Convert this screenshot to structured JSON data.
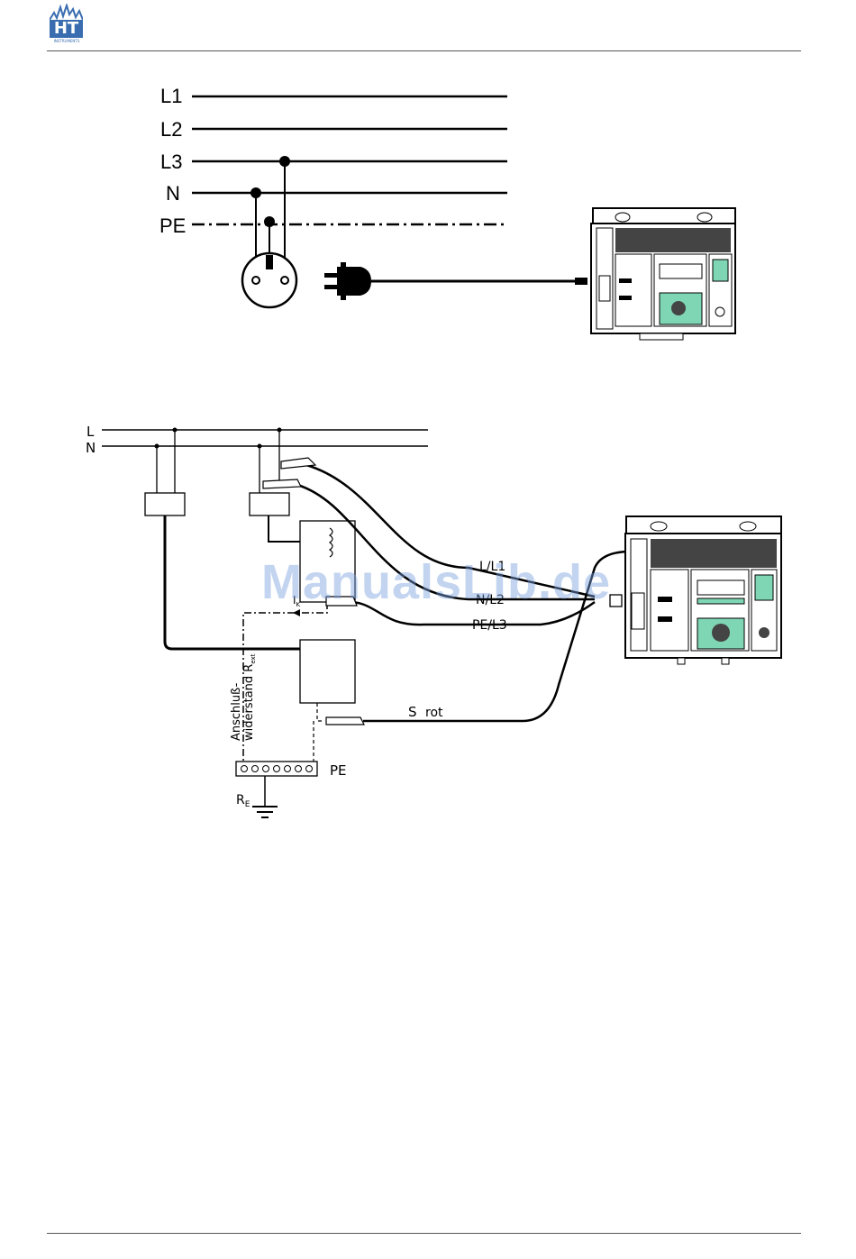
{
  "header": {
    "logo_text": "HT",
    "logo_subtext": "INSTRUMENTS"
  },
  "diagram_top": {
    "lines": [
      {
        "label": "L1"
      },
      {
        "label": "L2"
      },
      {
        "label": "L3"
      },
      {
        "label": "N"
      },
      {
        "label": "PE"
      }
    ]
  },
  "diagram_bottom": {
    "supply_labels": [
      "L",
      "N"
    ],
    "probe_labels": [
      "L/L1",
      "N/L2",
      "PE/L3"
    ],
    "probe_s_label": "S",
    "probe_s_color": "rot",
    "busbar_label": "PE",
    "earth_label": "R",
    "earth_subscript": "E",
    "resistance_label_line1": "Anschluß-",
    "resistance_label_line2": "widerstand R",
    "resistance_subscript": "ext",
    "rcd_marker": "I",
    "rcd_sub": "K"
  },
  "watermark": "ManualsLib.de",
  "colors": {
    "logo_blue": "#3a6db0",
    "instrument_display_green": "#7fd6b4",
    "watermark_blue": "#8fb4e6"
  }
}
